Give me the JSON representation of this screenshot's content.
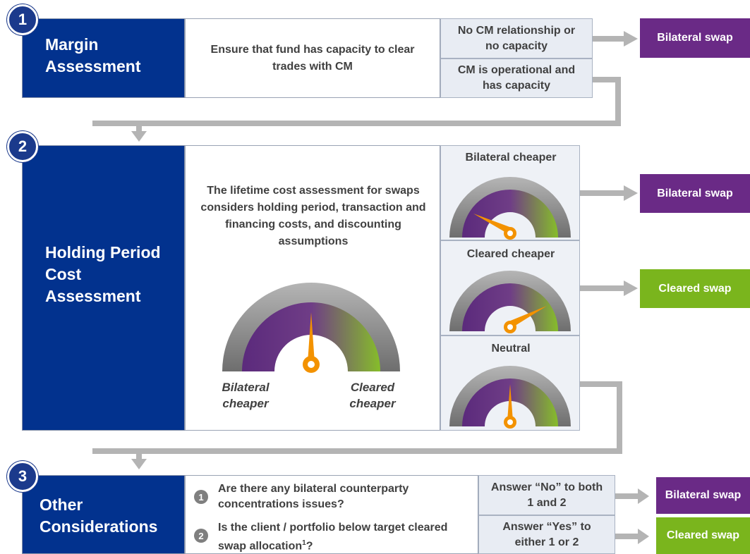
{
  "steps": [
    {
      "number": "1",
      "title": "Margin Assessment"
    },
    {
      "number": "2",
      "title": "Holding Period Cost Assessment"
    },
    {
      "number": "3",
      "title": "Other Considerations"
    }
  ],
  "margin": {
    "description": "Ensure that  fund has capacity to clear trades with CM",
    "option_no": "No CM relationship or no capacity",
    "option_yes": "CM is operational and has capacity",
    "result": "Bilateral swap"
  },
  "cost": {
    "description": "The lifetime cost assessment for swaps considers holding period, transaction and financing costs, and discounting assumptions",
    "gauge_left_label": "Bilateral cheaper",
    "gauge_right_label": "Cleared cheaper",
    "outcomes": [
      {
        "label": "Bilateral cheaper",
        "result": "Bilateral swap"
      },
      {
        "label": "Cleared cheaper",
        "result": "Cleared swap"
      },
      {
        "label": "Neutral",
        "result": ""
      }
    ]
  },
  "other": {
    "questions": [
      {
        "number": "1",
        "text": "Are there any bilateral counterparty concentrations issues?"
      },
      {
        "number": "2",
        "text": "Is the client / portfolio below target cleared swap allocation",
        "superscript": "1",
        "suffix": "?"
      }
    ],
    "answers": [
      {
        "text": "Answer “No” to both 1 and 2",
        "result": "Bilateral swap"
      },
      {
        "text": "Answer “Yes” to either 1 or 2",
        "result": "Cleared swap"
      }
    ]
  },
  "colors": {
    "navy": "#02328e",
    "purple": "#6a2a86",
    "green": "#7ab51d",
    "orange": "#f39200",
    "connector": "#b4b4b4"
  }
}
